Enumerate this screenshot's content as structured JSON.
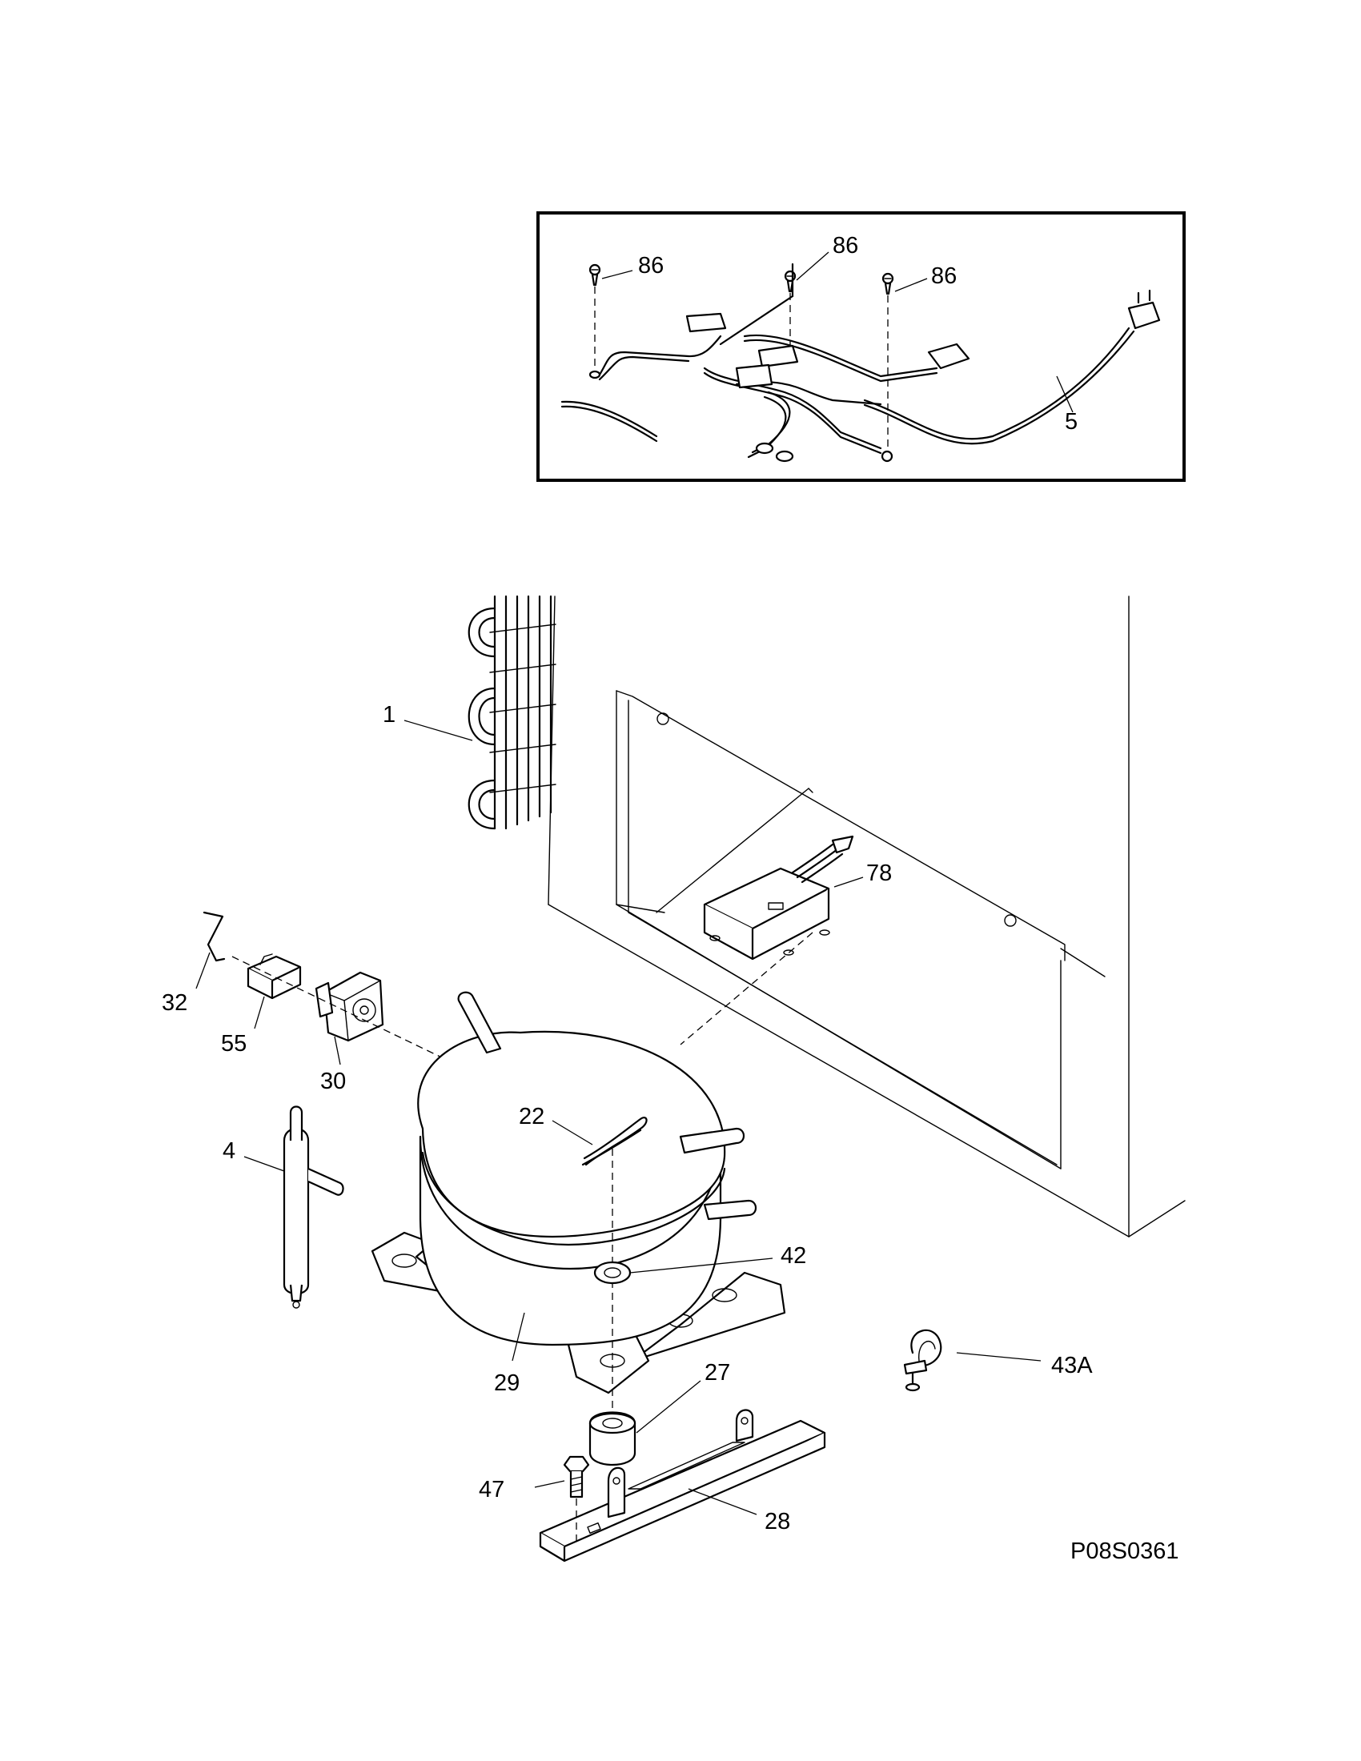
{
  "diagram": {
    "code": "P08S0361",
    "inset_labels": [
      {
        "key": "screw_left",
        "text": "86"
      },
      {
        "key": "screw_mid",
        "text": "86"
      },
      {
        "key": "screw_right",
        "text": "86"
      },
      {
        "key": "power_cord",
        "text": "5"
      }
    ],
    "parts": [
      {
        "key": "condenser",
        "text": "1"
      },
      {
        "key": "drier",
        "text": "4"
      },
      {
        "key": "clip",
        "text": "32"
      },
      {
        "key": "relay",
        "text": "55"
      },
      {
        "key": "overload",
        "text": "30"
      },
      {
        "key": "clip_wire",
        "text": "22"
      },
      {
        "key": "compressor",
        "text": "29"
      },
      {
        "key": "washer",
        "text": "42"
      },
      {
        "key": "grommet",
        "text": "27"
      },
      {
        "key": "bracket",
        "text": "28"
      },
      {
        "key": "bolt",
        "text": "47"
      },
      {
        "key": "control",
        "text": "78"
      },
      {
        "key": "tube_clamp",
        "text": "43A"
      }
    ]
  }
}
